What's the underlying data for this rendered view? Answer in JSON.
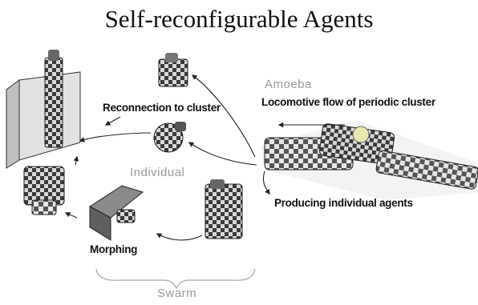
{
  "title": "Self-reconfigurable Agents",
  "labels": {
    "reconnection": "Reconnection to cluster",
    "amoeba": "Amoeba",
    "locomotive": "Locomotive flow of periodic cluster",
    "individual": "Individual",
    "producing": "Producing individual agents",
    "morphing": "Morphing",
    "swarm": "Swarm"
  },
  "icons": [
    "arrow-icon",
    "module-cluster-icon",
    "wall-panel-icon",
    "plate-icon"
  ],
  "colors": {
    "label_dark": "#111111",
    "label_grey": "#9a9a9a",
    "module_light": "#d8d8d8",
    "module_dark": "#3a3a3a"
  }
}
